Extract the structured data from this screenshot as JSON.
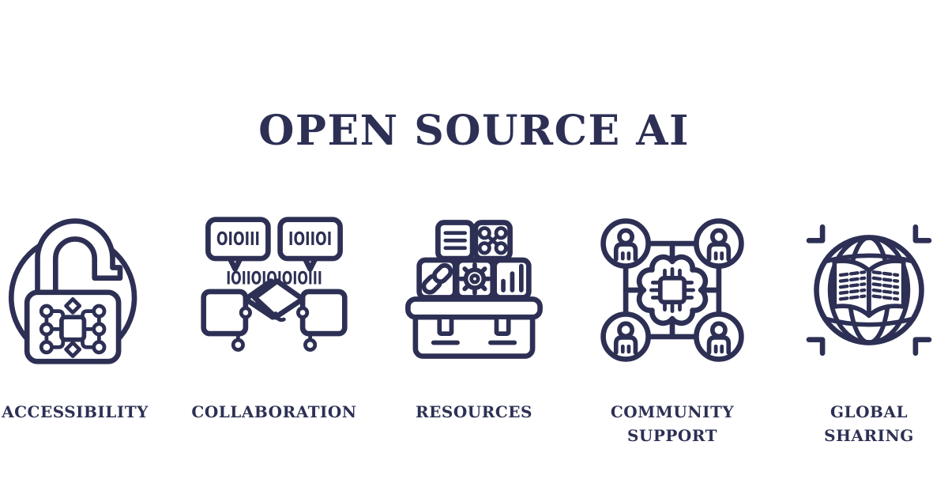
{
  "meta": {
    "background": "#ffffff",
    "ink_color": "#2d3054"
  },
  "title": "OPEN SOURCE AI",
  "items": [
    {
      "name": "accessibility",
      "icon": "open-padlock-circuit-icon",
      "lines": [
        "ACCESSIBILITY"
      ]
    },
    {
      "name": "collaboration",
      "icon": "handshake-binary-icon",
      "lines": [
        "COLLABORATION"
      ]
    },
    {
      "name": "resources",
      "icon": "toolbox-blocks-icon",
      "lines": [
        "RESOURCES"
      ]
    },
    {
      "name": "community-support",
      "icon": "people-network-chip-icon",
      "lines": [
        "COMMUNITY",
        "SUPPORT"
      ]
    },
    {
      "name": "global-sharing",
      "icon": "globe-open-book-icon",
      "lines": [
        "GLOBAL",
        "SHARING"
      ]
    }
  ],
  "binary": {
    "left_bubble": "OIOIII",
    "right_bubble": "IOIIOI",
    "stream": "IOIIOIOIOIOIII"
  }
}
